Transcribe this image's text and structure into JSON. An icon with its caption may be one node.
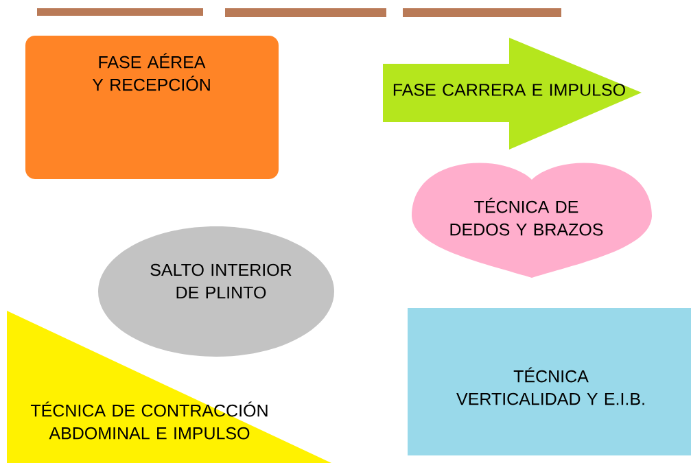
{
  "diagram": {
    "nodes": [
      {
        "text": [
          "FASE AÉREA Y RECEPCIÓN"
        ]
      },
      {
        "text": [
          "FASE CARRERA E IMPULSO"
        ]
      },
      {
        "text": [
          "TÉCNICA DE DEDOS Y BRAZOS"
        ]
      },
      {
        "text": [
          "SALTO INTERIOR DE PLINTO"
        ]
      },
      {
        "text": [
          "TÉCNICA VERTICALIDAD Y E.I.B."
        ]
      },
      {
        "text": [
          "TÉCNICA DE CONTRACCIÓN ABDOMINAL E IMPULSO"
        ]
      }
    ]
  }
}
